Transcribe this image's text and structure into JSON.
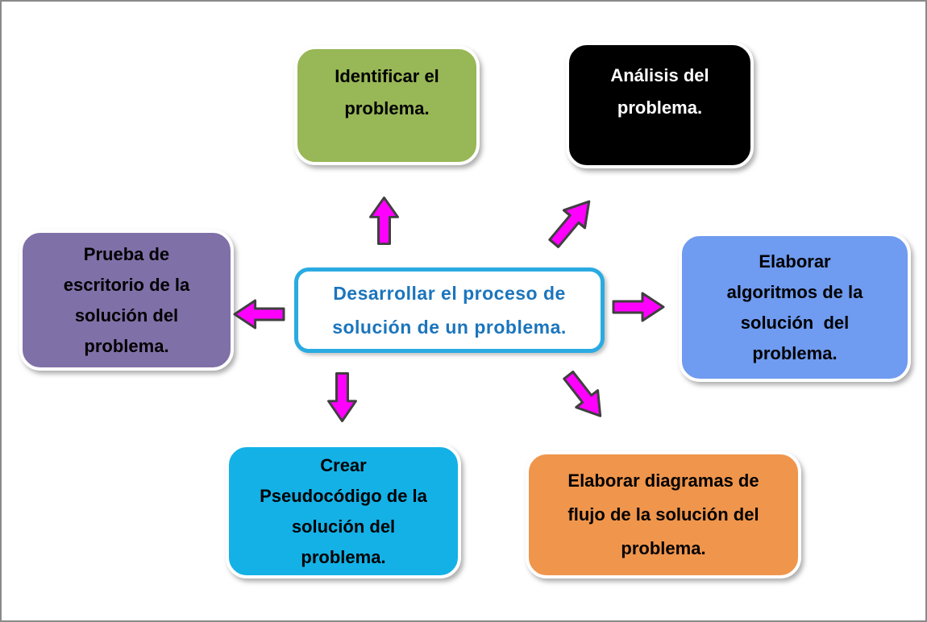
{
  "colors": {
    "arrow": "#ff00ff",
    "arrow_outline": "#3f3f3f",
    "frame_border": "#8a8a8a",
    "center_border": "#29abe2",
    "center_text": "#1b75bc"
  },
  "center": {
    "label": "Desarrollar el proceso de\nsolución de un problema."
  },
  "nodes": {
    "identificar": {
      "label": "Identificar el\nproblema.",
      "bg": "#98b756",
      "text_color": "#000000"
    },
    "analisis": {
      "label": "Análisis del\nproblema.",
      "bg": "#000000",
      "text_color": "#ffffff"
    },
    "algoritmos": {
      "label": "Elaborar\nalgoritmos de la\nsolución  del\nproblema.",
      "bg": "#6f9bf0",
      "text_color": "#000000"
    },
    "diagramas": {
      "label": "Elaborar diagramas de\nflujo de la solución del\nproblema.",
      "bg": "#f0954c",
      "text_color": "#000000"
    },
    "pseudocodigo": {
      "label": "Crear\nPseudocódigo de la\nsolución del\nproblema.",
      "bg": "#14b1e7",
      "text_color": "#000000"
    },
    "prueba": {
      "label": "Prueba de\nescritorio de la\nsolución del\nproblema.",
      "bg": "#8070a8",
      "text_color": "#000000"
    }
  }
}
